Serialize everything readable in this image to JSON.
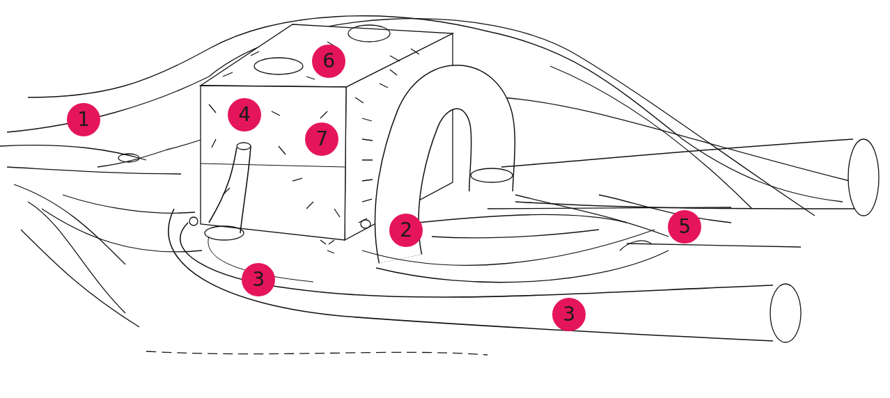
{
  "diagram": {
    "labels": [
      "6",
      "1",
      "4",
      "7",
      "2",
      "5",
      "3",
      "3"
    ]
  }
}
